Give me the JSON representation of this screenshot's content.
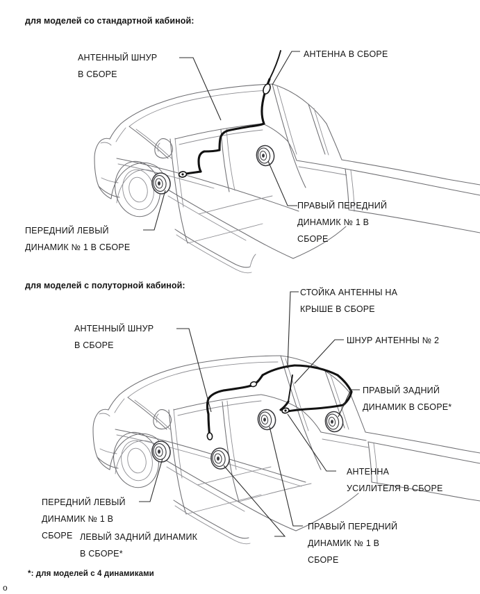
{
  "page": {
    "stray_mark": "о"
  },
  "sections": [
    {
      "heading": "для моделей со стандартной кабиной:",
      "callouts": [
        {
          "name": "antenna-cord-assembly",
          "text": "АНТЕННЫЙ ШНУР\nВ СБОРЕ"
        },
        {
          "name": "antenna-assembly",
          "text": "АНТЕННА В СБОРЕ"
        },
        {
          "name": "front-right-speaker-no1-assembly",
          "text": "ПРАВЫЙ ПЕРЕДНИЙ\nДИНАМИК № 1 В\nСБОРЕ"
        },
        {
          "name": "front-left-speaker-no1-assembly",
          "text": "ПЕРЕДНИЙ ЛЕВЫЙ\nДИНАМИК № 1 В СБОРЕ"
        }
      ]
    },
    {
      "heading": "для моделей с полуторной кабиной:",
      "callouts": [
        {
          "name": "roof-antenna-pole-assembly",
          "text": "СТОЙКА АНТЕННЫ НА\nКРЫШЕ В СБОРЕ"
        },
        {
          "name": "antenna-cord-no2",
          "text": "ШНУР АНТЕННЫ № 2"
        },
        {
          "name": "antenna-cord-assembly",
          "text": "АНТЕННЫЙ ШНУР\nВ СБОРЕ"
        },
        {
          "name": "rear-right-speaker-assembly",
          "text": "ПРАВЫЙ ЗАДНИЙ\nДИНАМИК В СБОРЕ*"
        },
        {
          "name": "amplifier-antenna-assembly",
          "text": "АНТЕННА\nУСИЛИТЕЛЯ В СБОРЕ"
        },
        {
          "name": "front-left-speaker-no1-assembly",
          "text": "ПЕРЕДНИЙ ЛЕВЫЙ\nДИНАМИК № 1 В\nСБОРЕ"
        },
        {
          "name": "rear-left-speaker-assembly",
          "text": "ЛЕВЫЙ ЗАДНИЙ ДИНАМИК\n        В СБОРЕ*"
        },
        {
          "name": "front-right-speaker-no1-assembly",
          "text": "ПРАВЫЙ ПЕРЕДНИЙ\nДИНАМИК № 1 В\nСБОРЕ"
        }
      ]
    }
  ],
  "footnote": "*: для моделей с 4 динамиками",
  "colors": {
    "body_line": "#6e6e72",
    "cable": "#121212",
    "text": "#141414",
    "background": "#ffffff"
  }
}
